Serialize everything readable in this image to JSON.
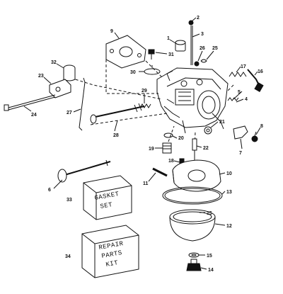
{
  "diagram": {
    "callouts": [
      "1",
      "2",
      "3",
      "4",
      "5",
      "6",
      "7",
      "8",
      "9",
      "10",
      "11",
      "12",
      "13",
      "14",
      "15",
      "15",
      "16",
      "17",
      "18",
      "19",
      "20",
      "21",
      "22",
      "23",
      "24",
      "25",
      "26",
      "27",
      "28",
      "29",
      "30",
      "31",
      "32",
      "33",
      "34"
    ],
    "gasket_box": {
      "line1": "GASKET",
      "line2": "SET"
    },
    "repair_box": {
      "line1": "REPAIR",
      "line2": "PARTS",
      "line3": "KIT"
    }
  }
}
